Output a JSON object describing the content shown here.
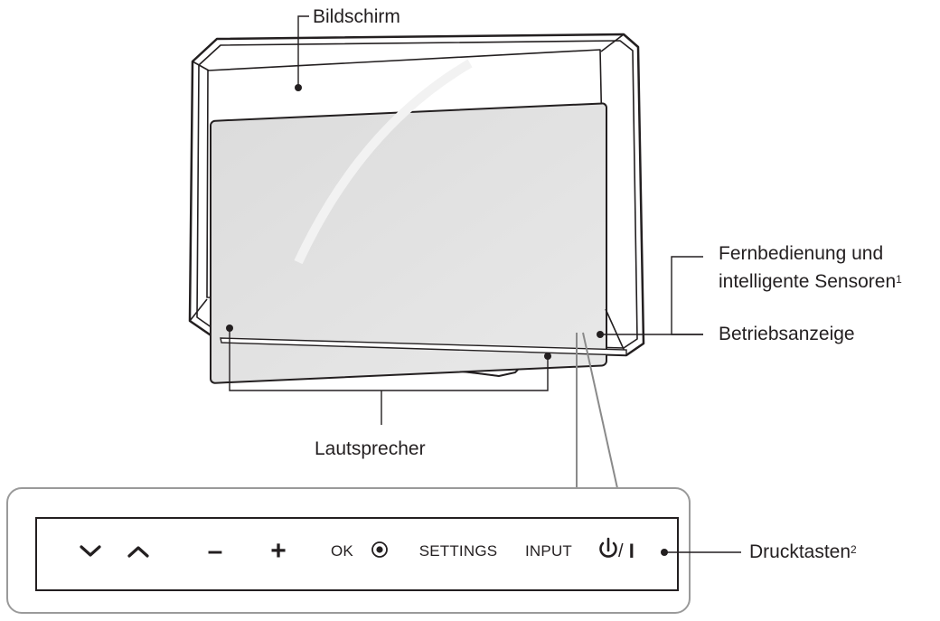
{
  "labels": {
    "screen": "Bildschirm",
    "remote_sensor_line1": "Fernbedienung und",
    "remote_sensor_line2": "intelligente Sensoren",
    "remote_sensor_sup": "1",
    "power_indicator": "Betriebsanzeige",
    "speakers": "Lautsprecher",
    "buttons": "Drucktasten",
    "buttons_sup": "2"
  },
  "keys": {
    "down": "down-chevron",
    "up": "up-chevron",
    "minus": "–",
    "plus": "+",
    "ok": "OK",
    "settings": "SETTINGS",
    "input": "INPUT",
    "power_slash": "/",
    "power_bar": "I"
  },
  "colors": {
    "outline": "#231f20",
    "screen": "#e2e2e2",
    "bezel": "#ffffff",
    "callout_gray": "#8a8a8a"
  }
}
